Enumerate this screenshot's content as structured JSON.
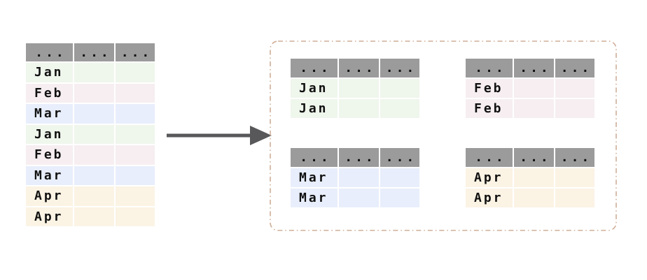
{
  "colors": {
    "header_gray": "#9b9b9b",
    "jan_green": "#eff6ec",
    "feb_pink": "#f6eef1",
    "mar_blue": "#e8eefb",
    "apr_cream": "#fbf3e4",
    "arrow_gray": "#58585a",
    "group_box_border_tan": "#cfae97",
    "text_black": "#111111"
  },
  "source_table": {
    "header": [
      "...",
      "...",
      "..."
    ],
    "rows": [
      "Jan",
      "Feb",
      "Mar",
      "Jan",
      "Feb",
      "Mar",
      "Apr",
      "Apr"
    ]
  },
  "group_tables": {
    "jan": {
      "header": [
        "...",
        "...",
        "..."
      ],
      "rows": [
        "Jan",
        "Jan"
      ]
    },
    "feb": {
      "header": [
        "...",
        "...",
        "..."
      ],
      "rows": [
        "Feb",
        "Feb"
      ]
    },
    "mar": {
      "header": [
        "...",
        "...",
        "..."
      ],
      "rows": [
        "Mar",
        "Mar"
      ]
    },
    "apr": {
      "header": [
        "...",
        "...",
        "..."
      ],
      "rows": [
        "Apr",
        "Apr"
      ]
    }
  }
}
